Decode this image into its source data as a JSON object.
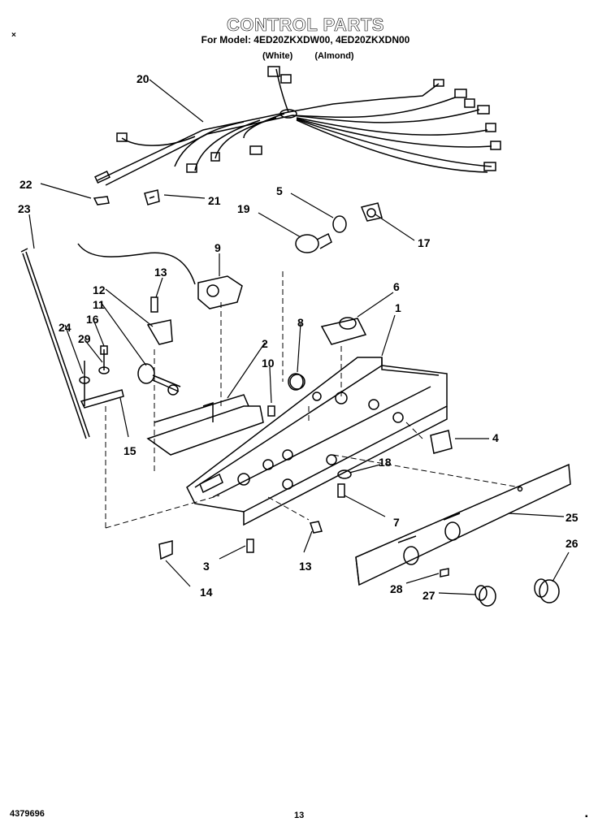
{
  "header": {
    "title": "CONTROL PARTS",
    "model_line": "For Model: 4ED20ZKXDW00, 4ED20ZKXDN00",
    "color_white": "(White)",
    "color_almond": "(Almond)"
  },
  "footer": {
    "doc_number": "4379696",
    "page_number": "13"
  },
  "marks": {
    "top_left": "×",
    "bottom_right": "▪"
  },
  "callouts": {
    "p1": "1",
    "p2": "2",
    "p3": "3",
    "p4": "4",
    "p5": "5",
    "p6": "6",
    "p7": "7",
    "p8": "8",
    "p9": "9",
    "p10": "10",
    "p11": "11",
    "p12": "12",
    "p13a": "13",
    "p13b": "13",
    "p14": "14",
    "p15": "15",
    "p16": "16",
    "p17": "17",
    "p18": "18",
    "p19": "19",
    "p20": "20",
    "p21": "21",
    "p22": "22",
    "p23": "23",
    "p24": "24",
    "p25": "25",
    "p26": "26",
    "p27": "27",
    "p28": "28",
    "p29": "29"
  }
}
